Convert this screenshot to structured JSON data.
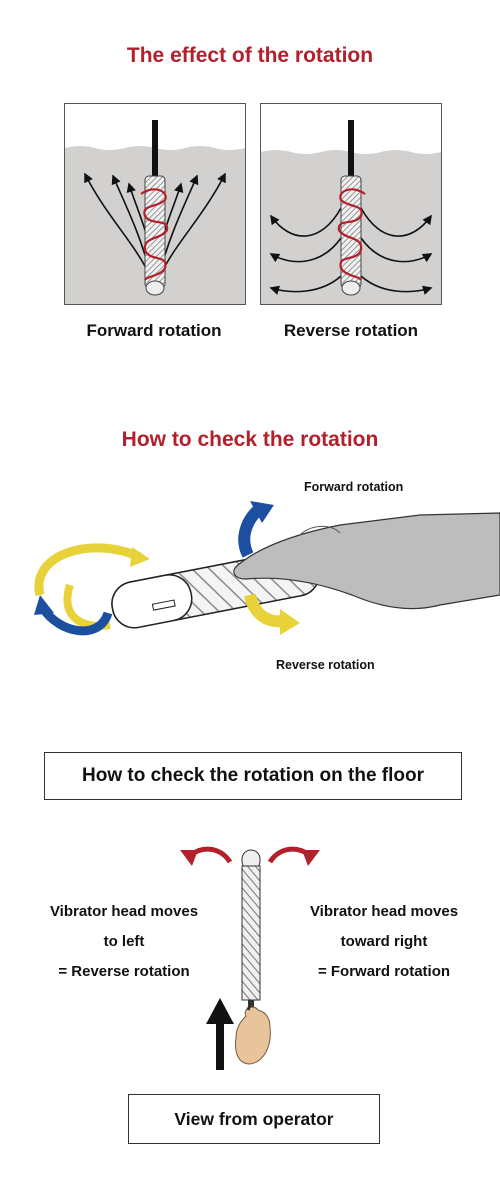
{
  "section1": {
    "title": "The effect of the rotation",
    "forward_caption": "Forward rotation",
    "reverse_caption": "Reverse rotation"
  },
  "section2": {
    "title": "How to check the rotation",
    "forward_label": "Forward rotation",
    "reverse_label": "Reverse rotation"
  },
  "section3": {
    "box_title": "How to check the rotation on the floor",
    "left_line1": "Vibrator head moves",
    "left_line2": "to left",
    "left_line3": "= Reverse rotation",
    "right_line1": "Vibrator head moves",
    "right_line2": "toward right",
    "right_line3": "= Forward rotation",
    "footer_box": "View from operator"
  },
  "colors": {
    "title_red": "#b3202c",
    "liquid_gray": "#d3d1cf",
    "spiral_red": "#b3202c",
    "arrow_blue": "#1d4fa0",
    "arrow_yellow": "#e8d23a"
  }
}
